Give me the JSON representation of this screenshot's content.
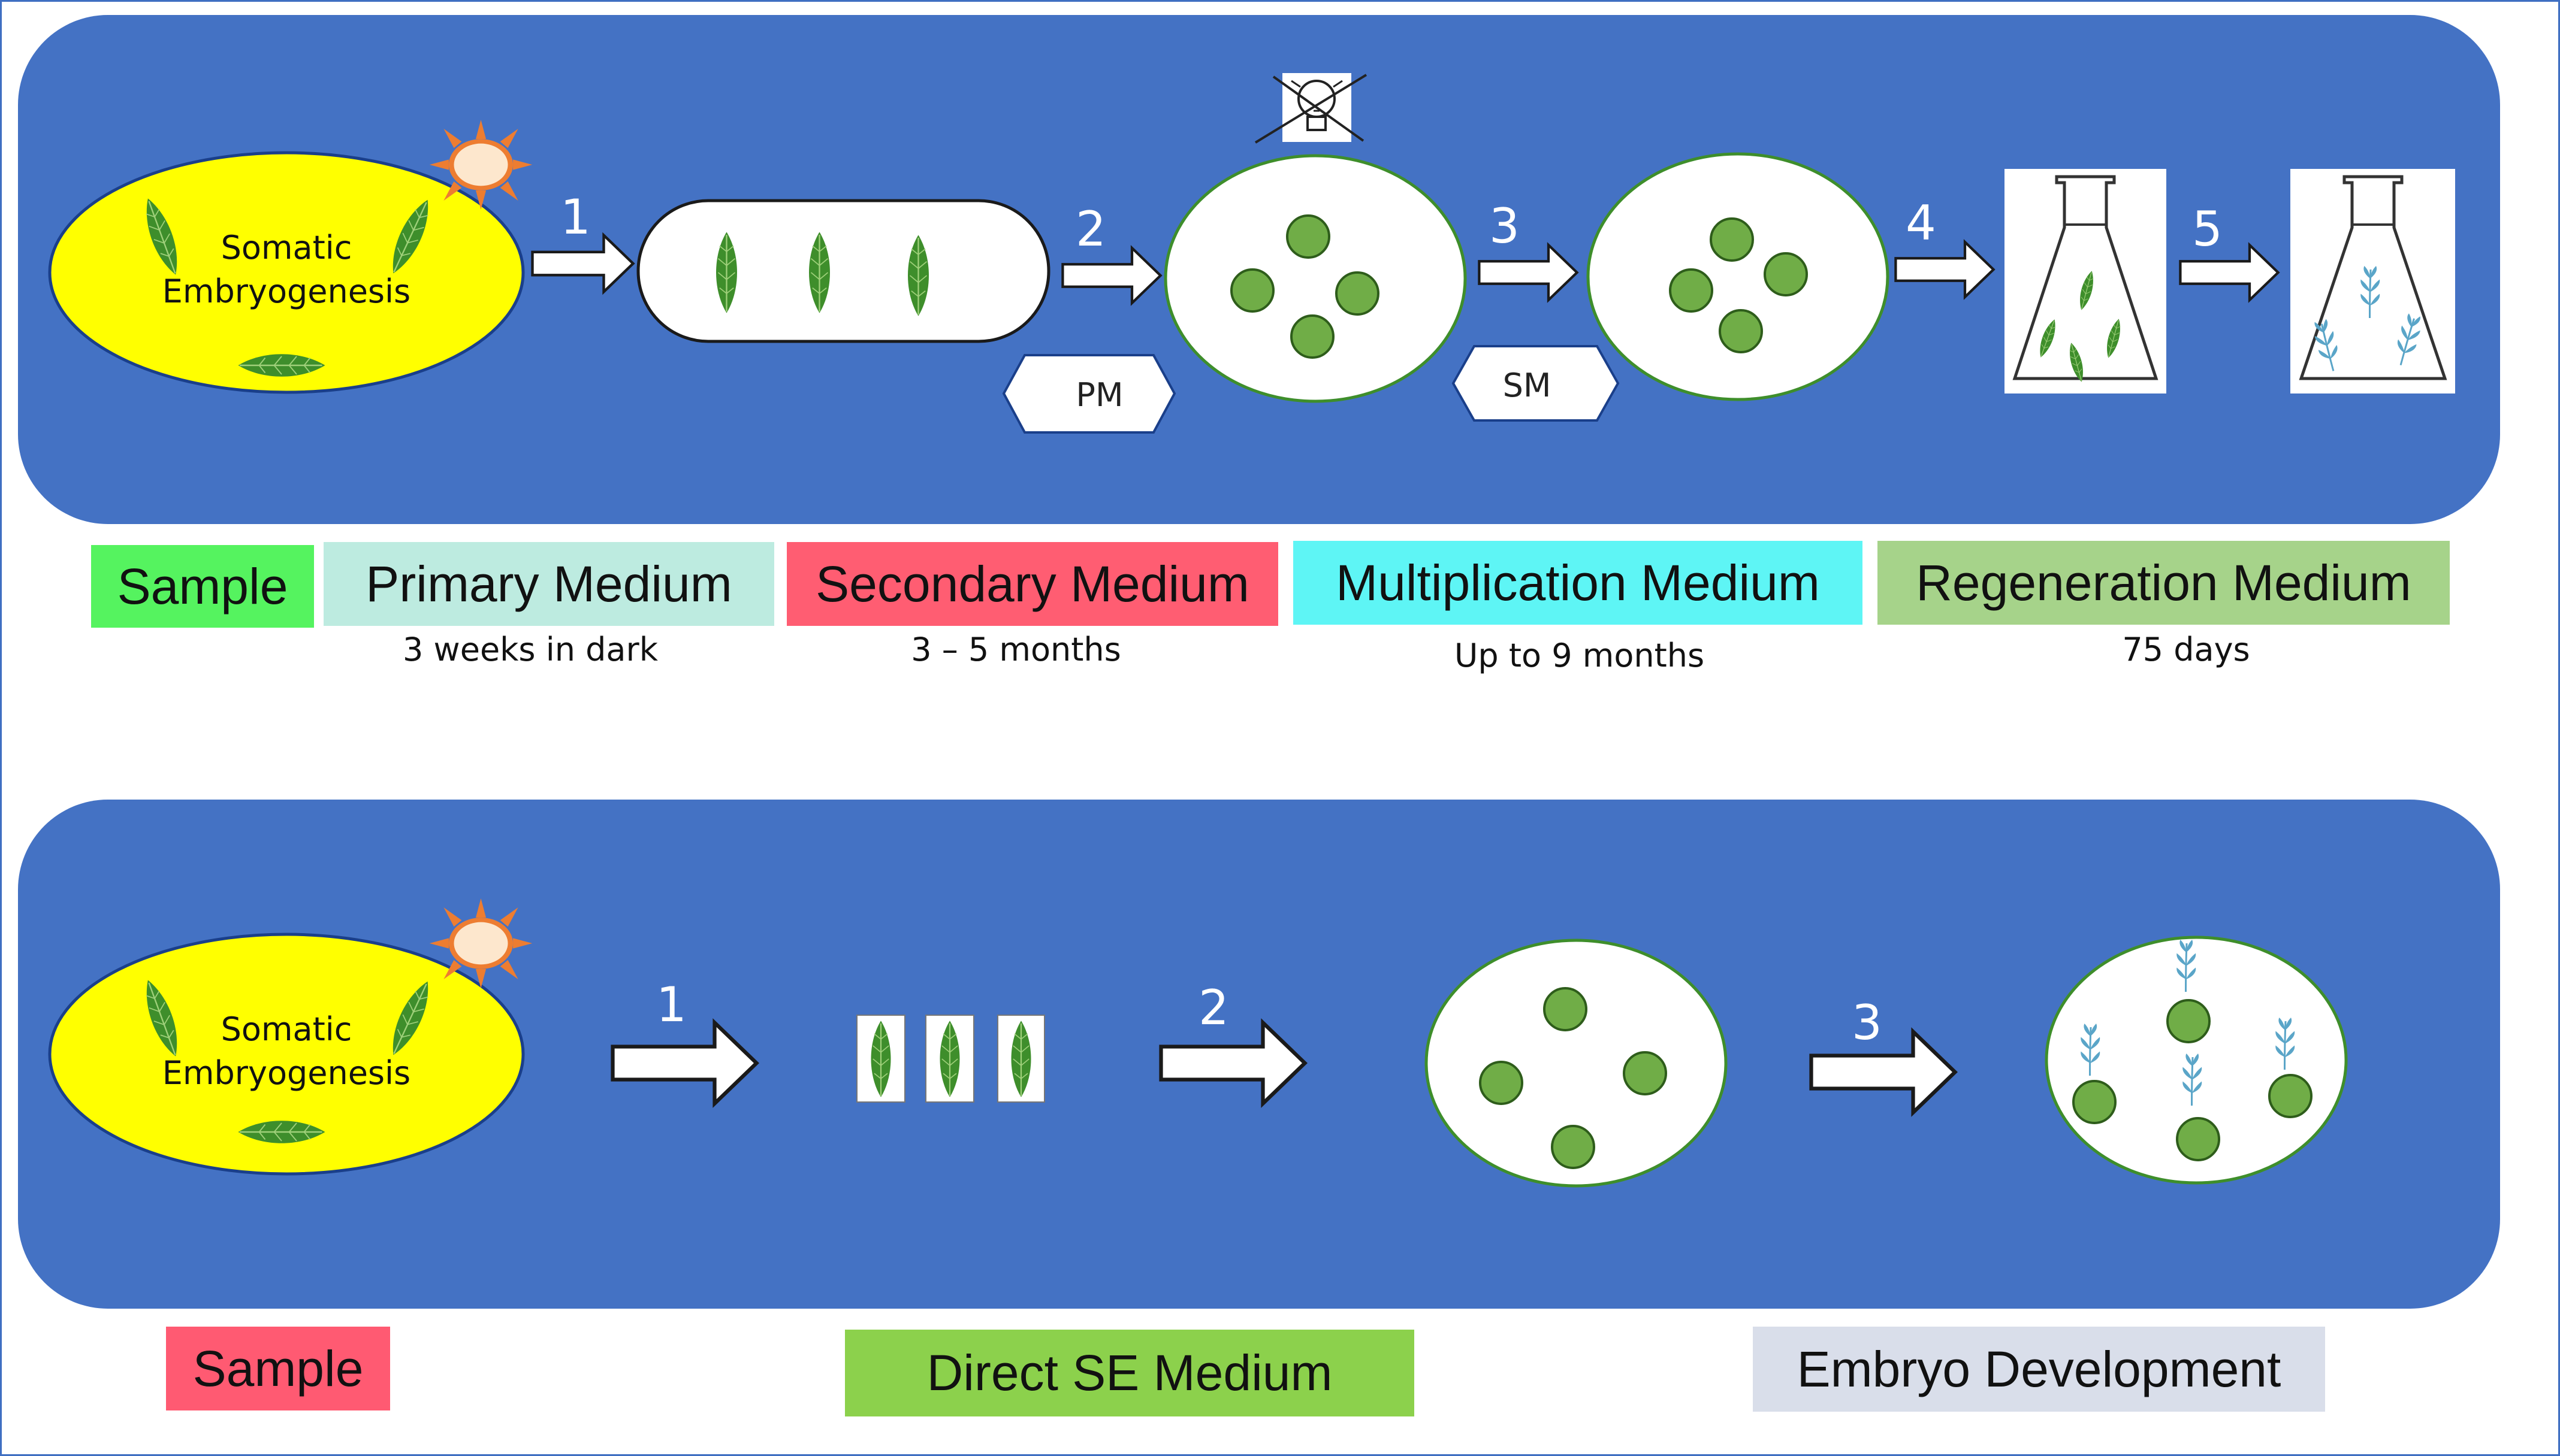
{
  "colors": {
    "panel": "#4472c4",
    "sun_core": "#fde7cd",
    "sun_rays": "#ed7d31",
    "yellow": "#ffff00",
    "leaf": "#3e8e2b",
    "embryo": "#70ad47",
    "embryo_stroke": "#2e5d1b",
    "sprout": "#5aa5c8",
    "label_sample_top": "#55f35f",
    "label_primary": "#bdebe0",
    "label_secondary": "#ff5d72",
    "label_multiplication": "#5ef5f5",
    "label_regeneration": "#a6d38a",
    "label_sample_bottom": "#ff5a72",
    "label_direct": "#8cd14c",
    "label_embryo": "#d9deea"
  },
  "top": {
    "ellipse_text_line1": "Somatic",
    "ellipse_text_line2": "Embryogenesis",
    "steps": [
      "1",
      "2",
      "3",
      "4",
      "5"
    ],
    "pm_label": "PM",
    "sm_label": "SM",
    "icons": [
      "sun-icon",
      "leaf-icon",
      "crossed-lightbulb-icon",
      "embryo-icon",
      "flask-icon",
      "sprout-icon"
    ]
  },
  "bottom": {
    "ellipse_text_line1": "Somatic",
    "ellipse_text_line2": "Embryogenesis",
    "steps": [
      "1",
      "2",
      "3"
    ]
  },
  "labels": {
    "sample_top": "Sample",
    "primary": "Primary Medium",
    "primary_sub": "3 weeks in dark",
    "secondary": "Secondary Medium",
    "secondary_sub": "3 – 5 months",
    "multiplication": "Multiplication Medium",
    "multiplication_sub": "Up to 9 months",
    "regeneration": "Regeneration Medium",
    "regeneration_sub": "75 days",
    "sample_bottom": "Sample",
    "direct": "Direct SE Medium",
    "embryo_dev": "Embryo Development"
  }
}
